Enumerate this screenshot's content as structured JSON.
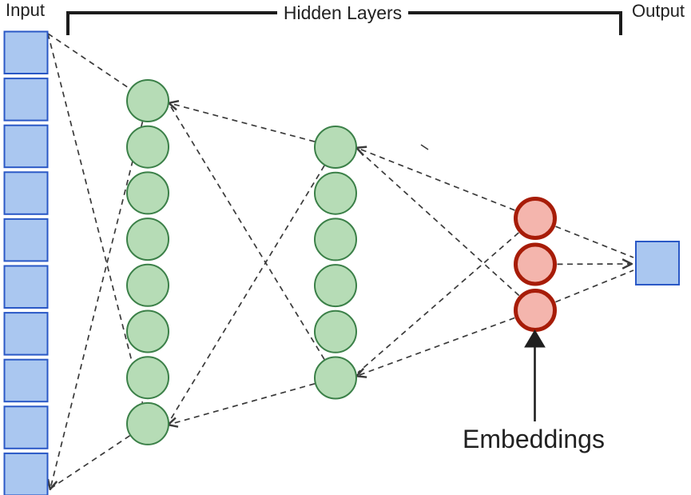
{
  "labels": {
    "input": "Input",
    "hidden_layers": "Hidden Layers",
    "output": "Output",
    "embeddings": "Embeddings"
  },
  "network": {
    "layers": [
      {
        "id": "input",
        "shape": "square",
        "count": 10,
        "fill": "#aac7f0",
        "stroke": "#2a58c6"
      },
      {
        "id": "hidden-1",
        "shape": "circle",
        "count": 8,
        "fill": "#b6dcb6",
        "stroke": "#3b8048"
      },
      {
        "id": "hidden-2",
        "shape": "circle",
        "count": 6,
        "fill": "#b6dcb6",
        "stroke": "#3b8048"
      },
      {
        "id": "embeddings",
        "shape": "circle",
        "count": 3,
        "fill": "#f4b5ad",
        "stroke": "#a71c08"
      },
      {
        "id": "output",
        "shape": "square",
        "count": 1,
        "fill": "#aac7f0",
        "stroke": "#2a58c6"
      }
    ],
    "edge_color": "#3a3a3a",
    "annotation_color": "#1f1f1f",
    "text_color": "#212121"
  }
}
